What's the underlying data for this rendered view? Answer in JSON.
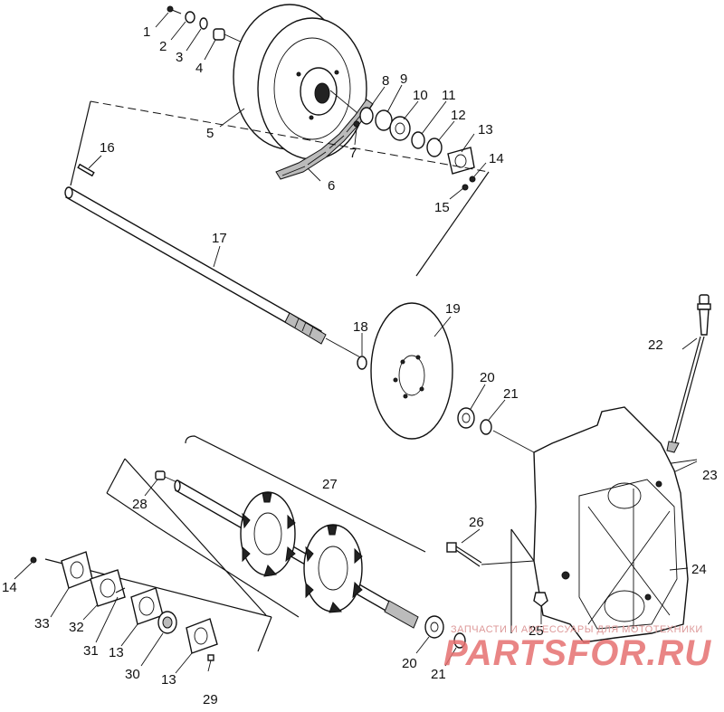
{
  "callouts": [
    {
      "id": "1",
      "text": "1"
    },
    {
      "id": "2",
      "text": "2"
    },
    {
      "id": "3",
      "text": "3"
    },
    {
      "id": "4",
      "text": "4"
    },
    {
      "id": "5",
      "text": "5"
    },
    {
      "id": "6",
      "text": "6"
    },
    {
      "id": "7",
      "text": "7"
    },
    {
      "id": "8",
      "text": "8"
    },
    {
      "id": "9",
      "text": "9"
    },
    {
      "id": "10",
      "text": "10"
    },
    {
      "id": "11",
      "text": "11"
    },
    {
      "id": "12",
      "text": "12"
    },
    {
      "id": "13a",
      "text": "13"
    },
    {
      "id": "14a",
      "text": "14"
    },
    {
      "id": "15",
      "text": "15"
    },
    {
      "id": "16",
      "text": "16"
    },
    {
      "id": "17",
      "text": "17"
    },
    {
      "id": "18",
      "text": "18"
    },
    {
      "id": "19",
      "text": "19"
    },
    {
      "id": "20a",
      "text": "20"
    },
    {
      "id": "21a",
      "text": "21"
    },
    {
      "id": "22",
      "text": "22"
    },
    {
      "id": "23",
      "text": "23"
    },
    {
      "id": "24",
      "text": "24"
    },
    {
      "id": "25",
      "text": "25"
    },
    {
      "id": "26",
      "text": "26"
    },
    {
      "id": "27",
      "text": "27"
    },
    {
      "id": "28",
      "text": "28"
    },
    {
      "id": "14b",
      "text": "14"
    },
    {
      "id": "33",
      "text": "33"
    },
    {
      "id": "32",
      "text": "32"
    },
    {
      "id": "31",
      "text": "31"
    },
    {
      "id": "13b",
      "text": "13"
    },
    {
      "id": "30",
      "text": "30"
    },
    {
      "id": "13c",
      "text": "13"
    },
    {
      "id": "29",
      "text": "29"
    },
    {
      "id": "20b",
      "text": "20"
    },
    {
      "id": "21b",
      "text": "21"
    }
  ],
  "watermark": {
    "tagline": "ЗАПЧАСТИ И АКСЕССУАРЫ ДЛЯ МОТОТЕХНИКИ",
    "logo": "PARTSFOR.RU"
  }
}
